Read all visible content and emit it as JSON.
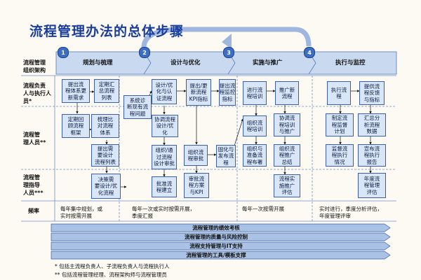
{
  "title": "流程管理办法的总体步骤",
  "row_labels": {
    "arch": "流程管理\n组织架构",
    "owner": "流程负责\n人与执行人\n员*",
    "manager": "流程管\n理人员**",
    "guide": "流程管\n理指导\n人员***",
    "freq": "频率"
  },
  "stages": [
    {
      "num": "1",
      "label": "规划与梳理"
    },
    {
      "num": "2",
      "label": "设计与优化"
    },
    {
      "num": "3",
      "label": "实施与推广"
    },
    {
      "num": "4",
      "label": "执行与监控"
    }
  ],
  "boxes": {
    "b1": "提出流\n程体系更\n新需求",
    "b2": "定期汇\n总流程\n列表",
    "b3": "定期回\n顾流程\n框架",
    "b4": "梳理比\n对流程\n体系",
    "b5": "提出需\n要设计\n流程列表",
    "b6": "决策需\n要设计/优\n化流程",
    "b7": "系统诊\n断现有流\n程问题",
    "b8": "设计/优\n化与认\n证流程",
    "b9": "提出/更\n新流程\nKPI指标",
    "b10": "提出流\n程监控\n指标",
    "b11": "协调流程\n设计/优\n化",
    "b12": "组织/通\n过流程\n设计审批",
    "b13": "组织流\n程审批",
    "b14": "固化与\n发布流\n程",
    "b15": "批准流\n程建立",
    "b16": "审批流\n程方案\n与KPI",
    "b17": "进行流\n程培训",
    "b18": "推广新\n流程",
    "b19": "组织流\n程培训",
    "b20": "协调流\n程培训\n与推广",
    "b21": "组织与\n准备流\n程布署",
    "b22": "组织流\n程推广\n总结",
    "b23": "流程实\n施推广\n评估",
    "b24": "执行流\n程",
    "b25": "提供流\n程反馈\n与指标",
    "b26": "制定流\n程监督\n计划",
    "b27": "汇总分\n析流程\n数据",
    "b28": "监督流\n程执行\n情况",
    "b29": "宣布流\n程执行\n报告",
    "b30": "年度流\n程管理\n评估"
  },
  "freq": [
    "每年集中规划，或\n实时按需开展",
    "每年一次或实时按需开展，\n季度汇报",
    "每年一次按需开展",
    "实时进行，季度分析评估，\n年度管理评审"
  ],
  "bars": [
    "流程管理的绩效考核",
    "流程管理的质量与风险控制",
    "流程支持管理与IT支持",
    "流程管理的工具/模板支撑"
  ],
  "notes": [
    "* 包括主流程负责人、子流程负责人与流程执行人",
    "** 包括流程管理经理、流程架构师与流程管理员"
  ],
  "colors": {
    "title": "#1a3d9c",
    "box_fill": "#d8e6f7",
    "box_border": "#3a5fa8",
    "stage_fill": "#c9d9f0",
    "bar_fill": "#a9c2e6"
  }
}
